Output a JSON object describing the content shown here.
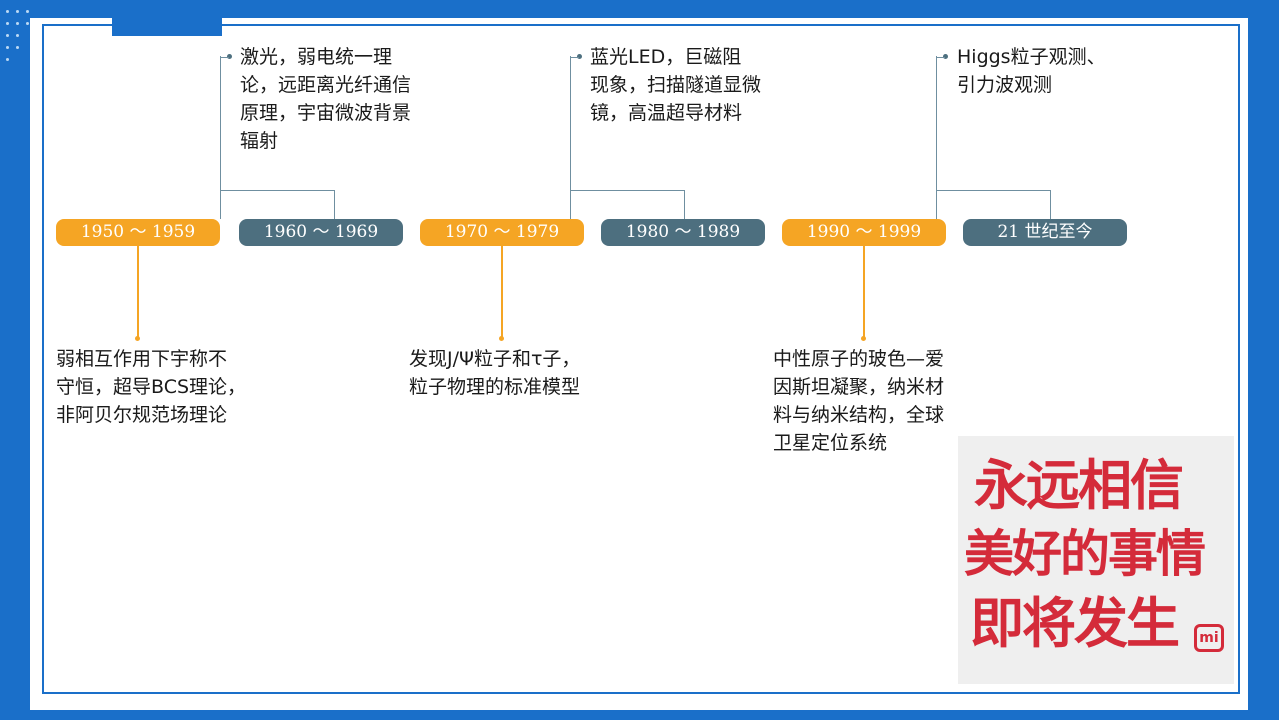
{
  "timeline": {
    "periods": [
      {
        "label": "1950 ～ 1959",
        "color": "#f5a524",
        "text": "弱相互作用下宇称不\n守恒，超导BCS理论，\n非阿贝尔规范场理论"
      },
      {
        "label": "1960 ～ 1969",
        "color": "#4d6f7f",
        "text": "激光，弱电统一理\n论，远距离光纤通信\n原理，宇宙微波背景\n辐射"
      },
      {
        "label": "1970 ～ 1979",
        "color": "#f5a524",
        "text": "发现J/Ψ粒子和τ子，\n粒子物理的标准模型"
      },
      {
        "label": "1980 ～ 1989",
        "color": "#4d6f7f",
        "text": "蓝光LED，巨磁阻\n现象，扫描隧道显微\n镜，高温超导材料"
      },
      {
        "label": "1990 ～ 1999",
        "color": "#f5a524",
        "text": "中性原子的玻色—爱\n因斯坦凝聚，纳米材\n料与纳米结构，全球\n卫星定位系统"
      },
      {
        "label": "21 世纪至今",
        "color": "#4d6f7f",
        "text": "Higgs粒子观测、\n引力波观测"
      }
    ]
  },
  "slogan": {
    "line1": "永远相信",
    "line2": "美好的事情",
    "line3": "即将发生",
    "mark": "mi",
    "color": "#d42b3a"
  }
}
